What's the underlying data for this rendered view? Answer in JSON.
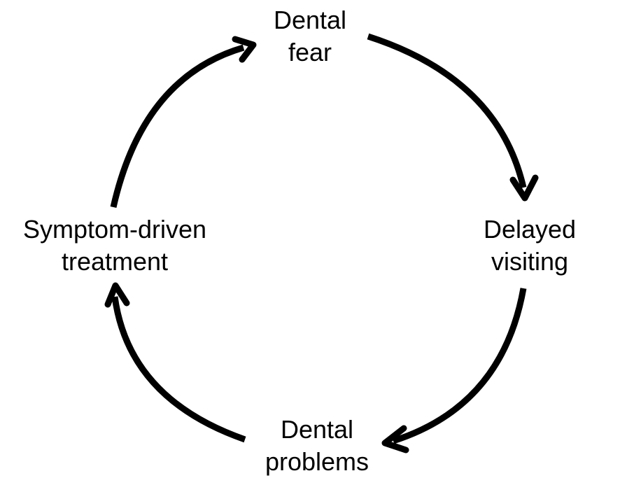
{
  "diagram": {
    "type": "cycle",
    "nodes": [
      {
        "id": "dental-fear",
        "lines": [
          "Dental",
          "fear"
        ]
      },
      {
        "id": "delayed-visiting",
        "lines": [
          "Delayed",
          "visiting"
        ]
      },
      {
        "id": "dental-problems",
        "lines": [
          "Dental",
          "problems"
        ]
      },
      {
        "id": "symptom-driven-treatment",
        "lines": [
          "Symptom-driven",
          "treatment"
        ]
      }
    ],
    "edges": [
      {
        "from": "dental-fear",
        "to": "delayed-visiting"
      },
      {
        "from": "delayed-visiting",
        "to": "dental-problems"
      },
      {
        "from": "dental-problems",
        "to": "symptom-driven-treatment"
      },
      {
        "from": "symptom-driven-treatment",
        "to": "dental-fear"
      }
    ],
    "colors": {
      "stroke": "#000000",
      "text": "#000000",
      "background": "#ffffff"
    }
  }
}
